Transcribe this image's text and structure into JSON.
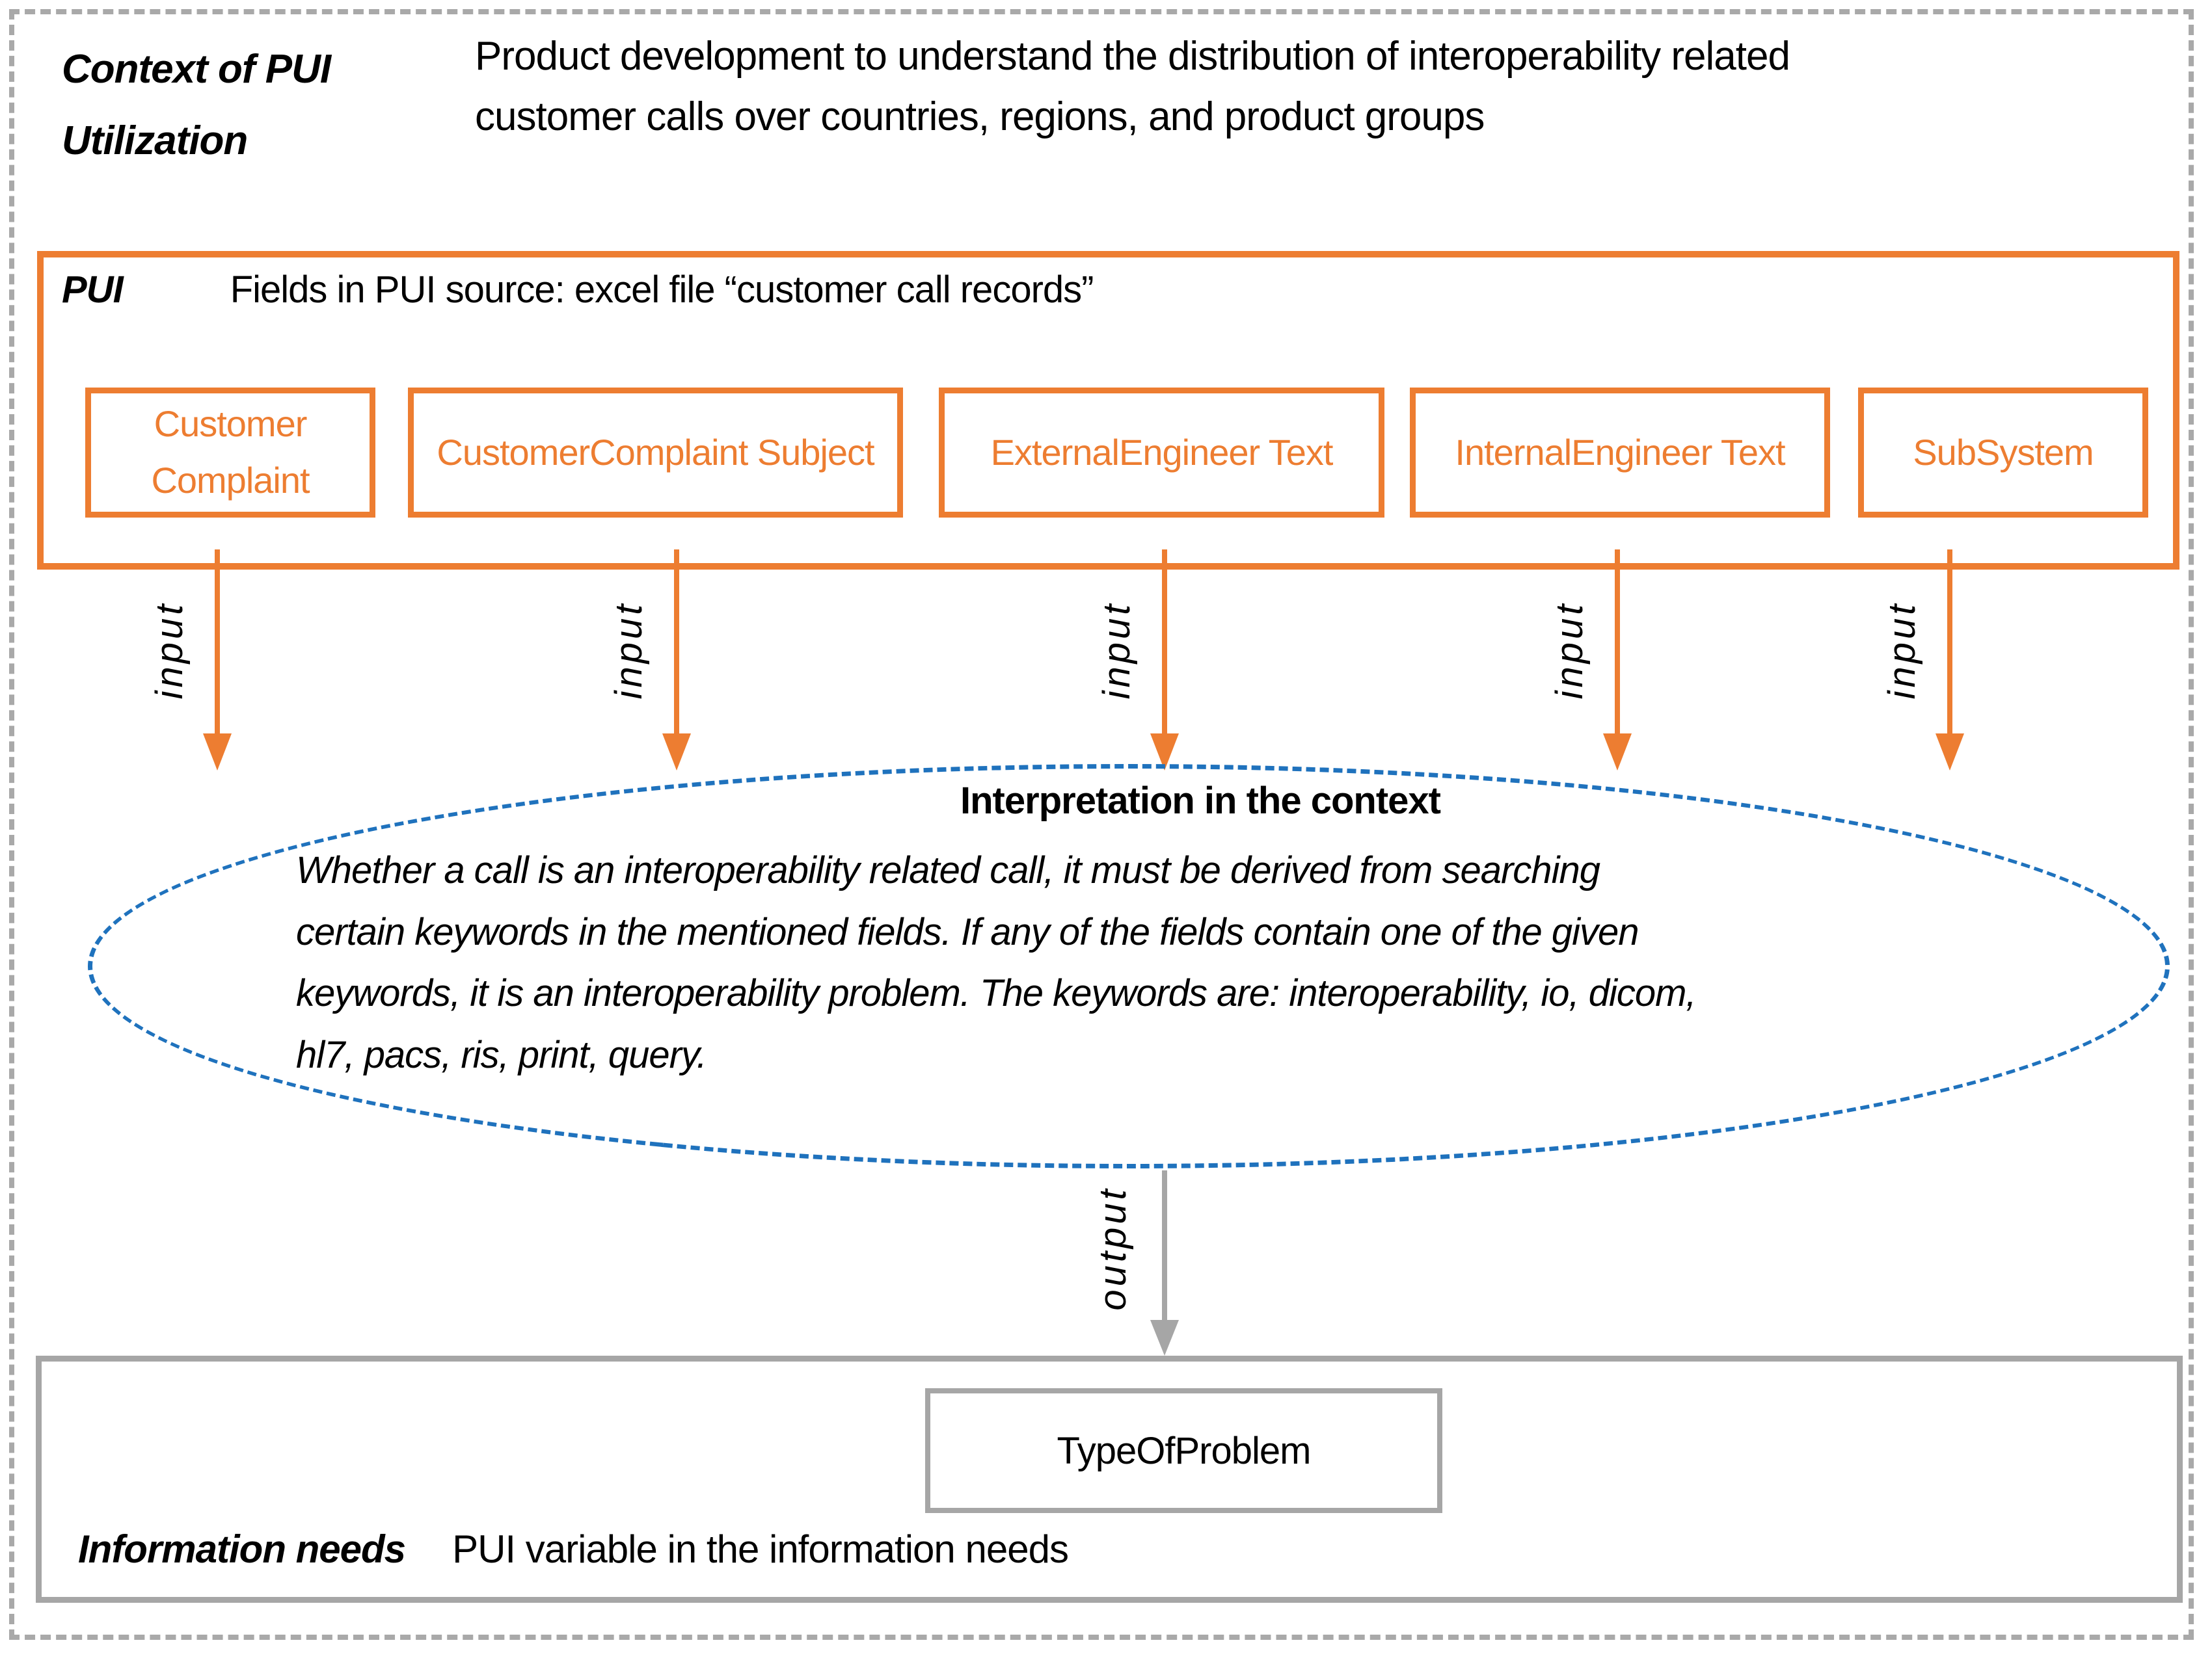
{
  "colors": {
    "orange": "#ED7D31",
    "blue": "#1F72BD",
    "gray": "#A6A6A6",
    "text": "#000000"
  },
  "header": {
    "label_lines": [
      "Context of PUI",
      "Utilization"
    ],
    "description_lines": [
      "Product development to understand the distribution of interoperability related",
      "customer calls over countries, regions, and product groups"
    ]
  },
  "pui_box": {
    "label": "PUI",
    "subtitle": "Fields in PUI source: excel file “customer call records”",
    "fields": [
      "Customer Complaint",
      "CustomerComplaint Subject",
      "ExternalEngineer Text",
      "InternalEngineer Text",
      "SubSystem"
    ]
  },
  "flow": {
    "input_label": "input",
    "output_label": "output"
  },
  "interpretation_ellipse": {
    "title": "Interpretation in the context",
    "body_lines": [
      "Whether a call is an interoperability related call, it must be derived from searching",
      "certain keywords in the mentioned fields. If any of the fields contain one of the given",
      "keywords, it is an interoperability problem. The keywords are: interoperability, io, dicom,",
      "hl7, pacs, ris, print, query."
    ]
  },
  "information_needs_box": {
    "variable": "TypeOfProblem",
    "label": "Information needs",
    "description": "PUI variable in the information needs"
  }
}
